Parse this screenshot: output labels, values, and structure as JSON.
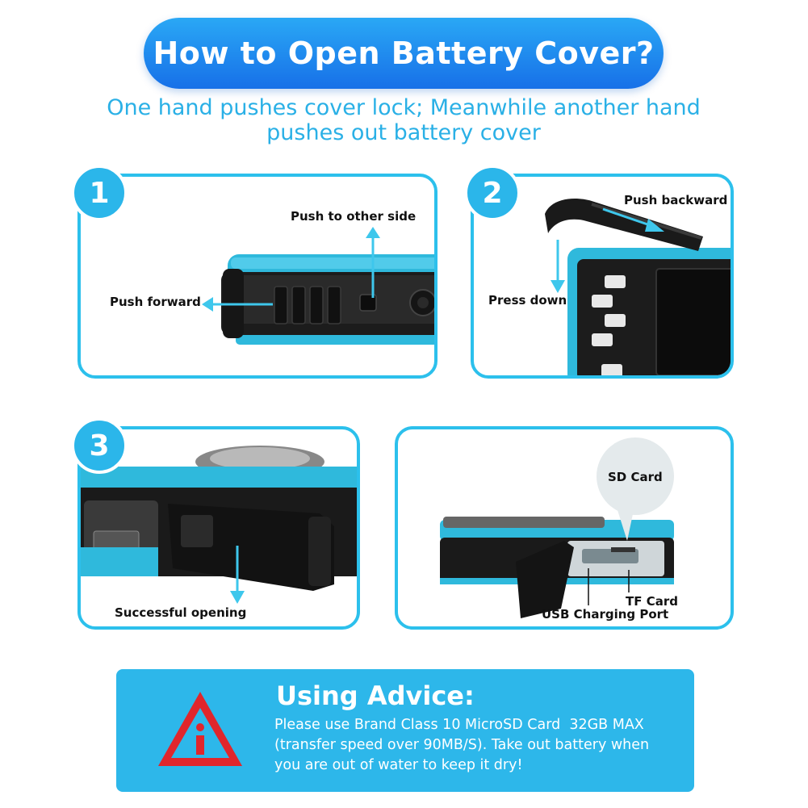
{
  "header": {
    "title": "How to Open Battery Cover?",
    "subtitle_line1": "One hand pushes cover lock; Meanwhile another hand",
    "subtitle_line2": "pushes out battery cover"
  },
  "steps": [
    {
      "number": "1",
      "labels": [
        "Push to other side",
        "Push forward"
      ]
    },
    {
      "number": "2",
      "labels": [
        "Push backward",
        "Press down"
      ]
    },
    {
      "number": "3",
      "labels": [
        "Successful opening"
      ]
    }
  ],
  "slots_panel": {
    "labels": [
      "SD Card",
      "TF Card",
      "USB Charging Port"
    ]
  },
  "advice": {
    "title": "Using Advice:",
    "line1": "Please use Brand Class 10 MicroSD Card  32GB MAX",
    "line2": "(transfer speed over 90MB/S). Take out battery when",
    "line3": "you are out of water to keep it dry!",
    "warning_glyph": "i"
  },
  "colors": {
    "accent": "#2cc0ec",
    "title_gradient_top": "#2aa8f5",
    "title_gradient_bottom": "#1770e8",
    "camera_body": "#2fb9dc",
    "warning_red": "#e0262c"
  },
  "icons": [
    "warning-triangle-icon",
    "arrow-icon"
  ]
}
